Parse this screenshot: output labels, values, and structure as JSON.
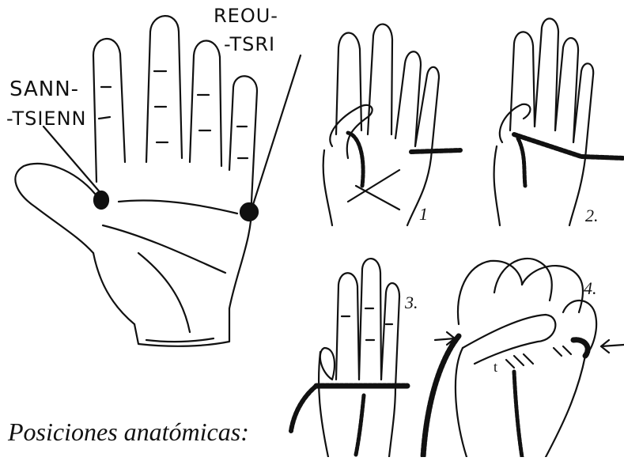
{
  "labels": {
    "left_point_line1": "SANN-",
    "left_point_line2": "-TSIENN",
    "right_point_line1": "REOU-",
    "right_point_line2": "-TSRI"
  },
  "steps": {
    "step1": "1",
    "step2": "2.",
    "step3": "3.",
    "step4": "4."
  },
  "caption": "Posiciones anatómicas:"
}
